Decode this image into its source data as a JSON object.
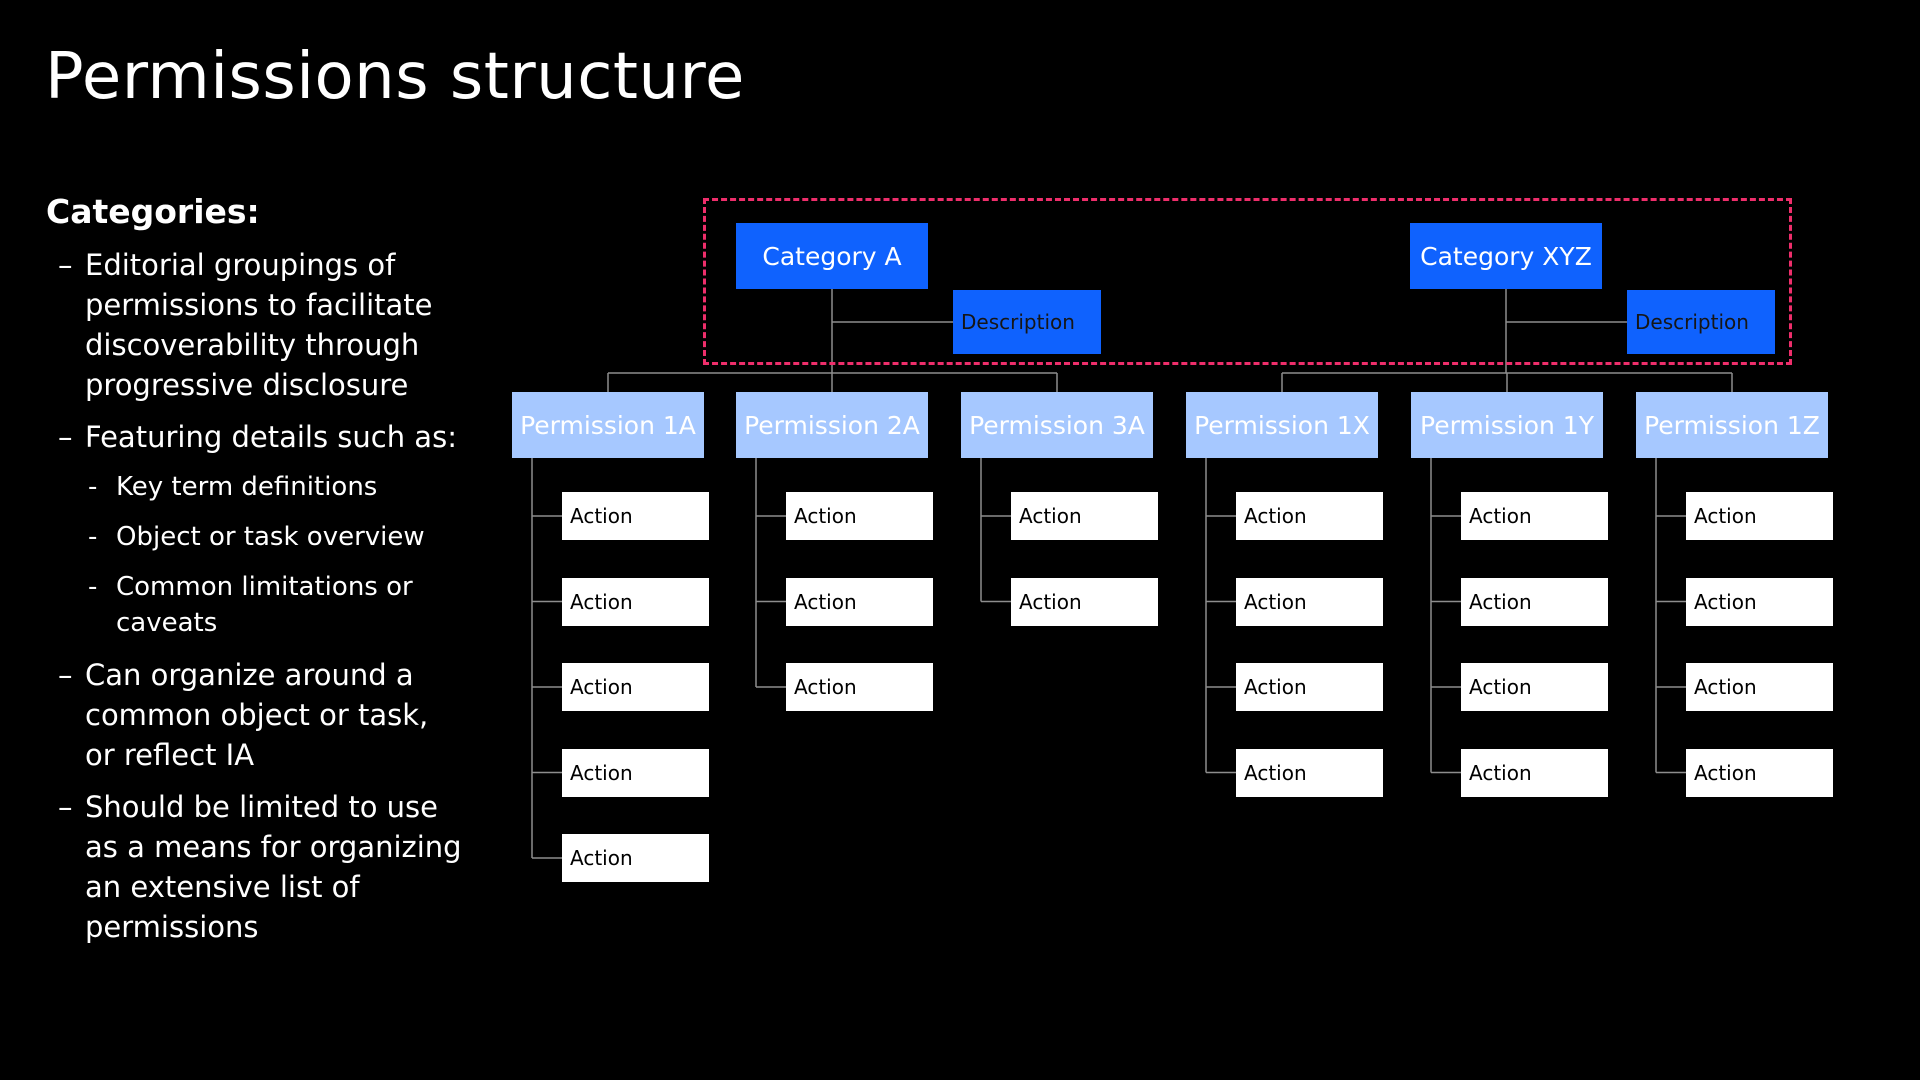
{
  "page": {
    "title": "Permissions structure"
  },
  "notes": {
    "heading": "Categories:",
    "items": [
      {
        "type": "bullet",
        "dash": "–",
        "text": "Editorial groupings of permissions to facilitate discoverability through progressive disclosure"
      },
      {
        "type": "bullet",
        "dash": "–",
        "text": "Featuring details such as:"
      },
      {
        "type": "sub",
        "dash": "-",
        "text": "Key term definitions"
      },
      {
        "type": "sub",
        "dash": "-",
        "text": "Object or task overview"
      },
      {
        "type": "sub",
        "dash": "-",
        "text": "Common limitations or caveats"
      },
      {
        "type": "bullet",
        "dash": "–",
        "text": "Can organize around a common object or task, or reflect IA"
      },
      {
        "type": "bullet",
        "dash": "–",
        "text": "Should be limited to use as a means for organizing an extensive list of permissions"
      }
    ]
  },
  "diagram": {
    "colors": {
      "category": "#0f62fe",
      "permission": "#a6c8ff",
      "action": "#ffffff",
      "connector": "#8d8d8d",
      "highlight_border": "#ee2e6b"
    },
    "categories": [
      {
        "label": "Category A",
        "description": "Description",
        "permissions": [
          {
            "label": "Permission 1A",
            "actions": [
              "Action",
              "Action",
              "Action",
              "Action",
              "Action"
            ]
          },
          {
            "label": "Permission 2A",
            "actions": [
              "Action",
              "Action",
              "Action"
            ]
          },
          {
            "label": "Permission 3A",
            "actions": [
              "Action",
              "Action"
            ]
          }
        ]
      },
      {
        "label": "Category XYZ",
        "description": "Description",
        "permissions": [
          {
            "label": "Permission 1X",
            "actions": [
              "Action",
              "Action",
              "Action",
              "Action"
            ]
          },
          {
            "label": "Permission 1Y",
            "actions": [
              "Action",
              "Action",
              "Action",
              "Action"
            ]
          },
          {
            "label": "Permission 1Z",
            "actions": [
              "Action",
              "Action",
              "Action",
              "Action"
            ]
          }
        ]
      }
    ]
  }
}
